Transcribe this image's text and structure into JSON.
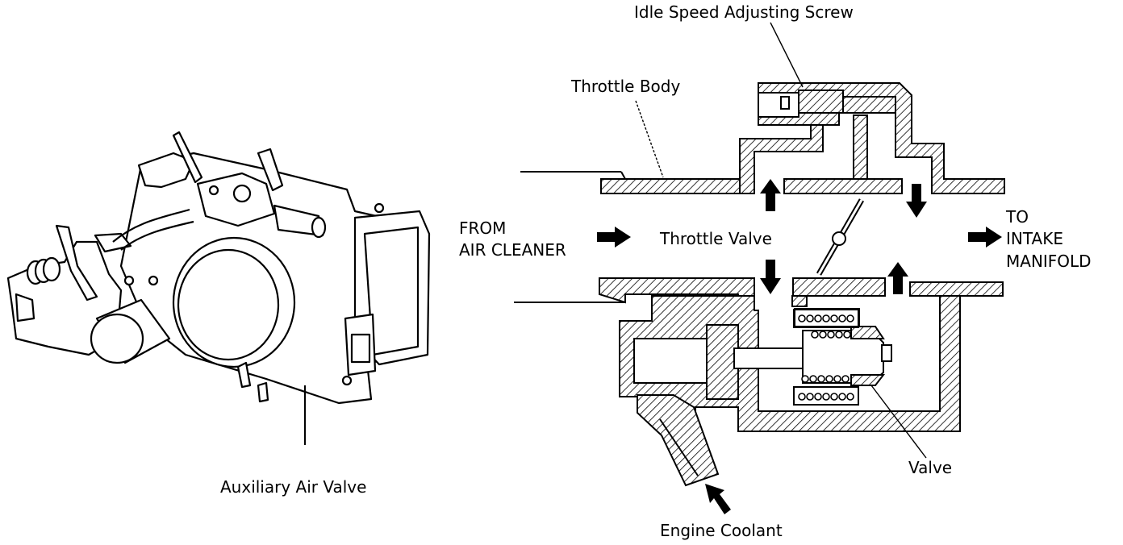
{
  "labels": {
    "idle_speed_screw": "Idle Speed Adjusting Screw",
    "throttle_body": "Throttle Body",
    "from_1": "FROM",
    "from_2": "AIR CLEANER",
    "throttle_valve": "Throttle Valve",
    "to_1": "TO",
    "to_2": "INTAKE",
    "to_3": "MANIFOLD",
    "valve": "Valve",
    "engine_coolant": "Engine Coolant",
    "auxiliary_air_valve": "Auxiliary Air Valve"
  },
  "colors": {
    "ink": "#000000",
    "paper": "#ffffff"
  }
}
